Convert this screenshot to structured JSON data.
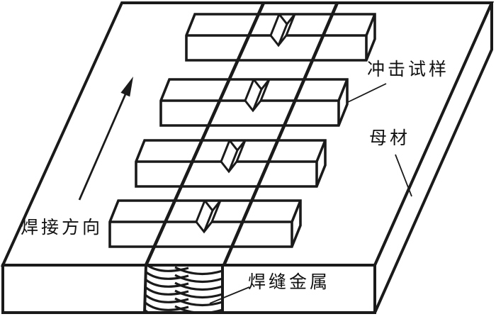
{
  "diagram": {
    "kind": "welding impact specimen sampling schematic",
    "background_color": "#ffffff",
    "line_color": "#1a1a1a",
    "specimen_count": 4,
    "weld_seam_lines": 2,
    "weld_pass_arc_rows": 7
  },
  "labels": {
    "impact_specimen": "冲击试样",
    "base_metal": "母材",
    "welding_direction": "焊接方向",
    "weld_metal": "焊缝金属"
  }
}
